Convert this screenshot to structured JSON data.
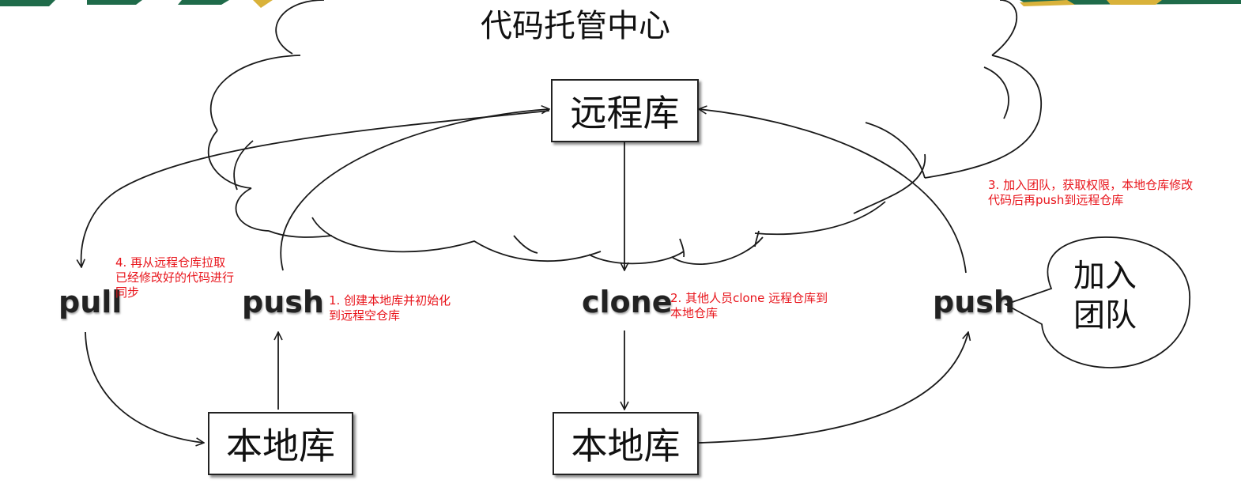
{
  "diagram": {
    "title": "代码托管中心",
    "remote_repo": "远程库",
    "local_repo_left": "本地库",
    "local_repo_right": "本地库",
    "pull_label": "pull",
    "push_left_label": "push",
    "clone_label": "clone",
    "push_right_label": "push",
    "join_team_bubble": "加入\n团队",
    "notes": {
      "step1": "1. 创建本地库并初始化\n到远程空仓库",
      "step2": "2. 其他人员clone 远程仓库到\n本地仓库",
      "step3": "3. 加入团队，获取权限，本地仓库修改\n代码后再push到远程仓库",
      "step4": "4. 再从远程仓库拉取\n已经修改好的代码进行\n同步"
    }
  },
  "colors": {
    "note_text": "#e8141b",
    "line": "#1a1a1a",
    "banner_green": "#1f6b4a",
    "banner_gold": "#d9b23a"
  }
}
